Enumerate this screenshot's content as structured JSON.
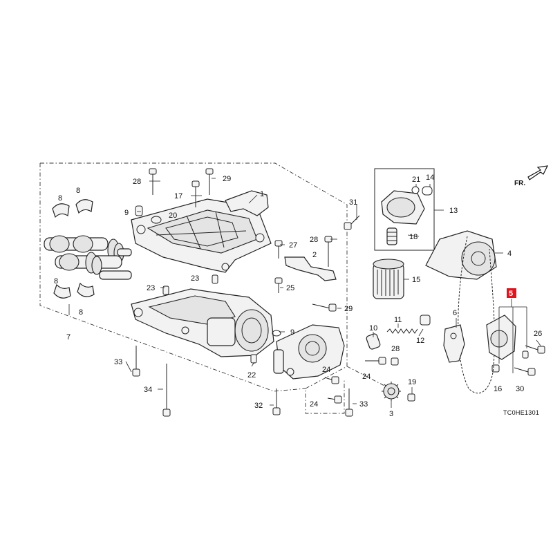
{
  "diagram_code": "TC0HE1301",
  "direction_label": "FR.",
  "highlighted_part": "5",
  "callouts": {
    "c1": "1",
    "c2": "2",
    "c3": "3",
    "c4": "4",
    "c5": "5",
    "c6": "6",
    "c7": "7",
    "c8a": "8",
    "c8b": "8",
    "c8c": "8",
    "c8d": "8",
    "c9a": "9",
    "c9b": "9",
    "c10": "10",
    "c11": "11",
    "c12": "12",
    "c13": "13",
    "c14": "14",
    "c15": "15",
    "c16": "16",
    "c17": "17",
    "c18": "18",
    "c19": "19",
    "c20": "20",
    "c21": "21",
    "c22": "22",
    "c23a": "23",
    "c23b": "23",
    "c24a": "24",
    "c24b": "24",
    "c24c": "24",
    "c25": "25",
    "c26": "26",
    "c27": "27",
    "c28a": "28",
    "c28b": "28",
    "c28c": "28",
    "c29a": "29",
    "c29b": "29",
    "c30": "30",
    "c31": "31",
    "c32": "32",
    "c33a": "33",
    "c33b": "33",
    "c34": "34"
  }
}
